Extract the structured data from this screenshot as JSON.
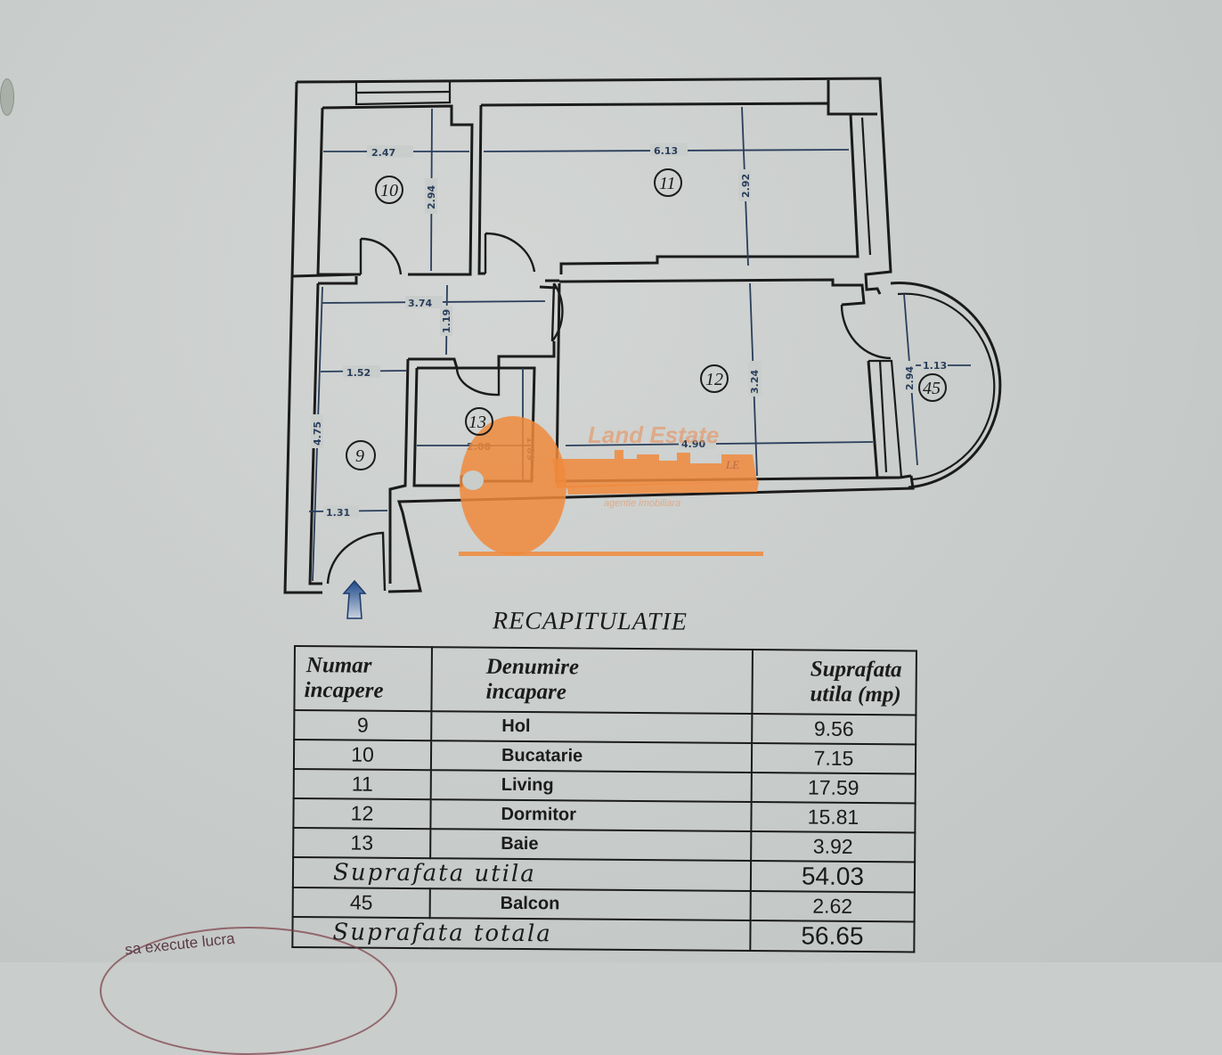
{
  "floor_plan": {
    "rooms": [
      {
        "number": "9",
        "name": "Hol"
      },
      {
        "number": "10",
        "name": "Bucatarie"
      },
      {
        "number": "11",
        "name": "Living"
      },
      {
        "number": "12",
        "name": "Dormitor"
      },
      {
        "number": "13",
        "name": "Baie"
      },
      {
        "number": "45",
        "name": "Balcon"
      }
    ],
    "dimensions": {
      "kitchen_width": "2.47",
      "kitchen_length": "2.94",
      "living_width": "6.13",
      "living_length": "2.92",
      "hall_width_top": "3.74",
      "hall_depth_top": "1.19",
      "hall_width_mid": "1.52",
      "hall_length": "4.75",
      "hall_width_bottom": "1.31",
      "bath_width": "2.08",
      "bath_length": "1.89",
      "bedroom_width": "4.90",
      "bedroom_length": "3.24",
      "balcony_length": "2.94",
      "balcony_depth": "1.13"
    },
    "entrance_arrow": "entrance-arrow"
  },
  "watermark": {
    "brand": "Land Estate",
    "subtitle": "agentie imobiliara",
    "monogram": "LE",
    "color": "#f08a3c"
  },
  "recap": {
    "title": "RECAPITULATIE",
    "headers": {
      "col1_line1": "Numar",
      "col1_line2": "incapere",
      "col2_line1": "Denumire",
      "col2_line2": "incapare",
      "col3_line1": "Suprafata",
      "col3_line2": "utila  (mp)"
    },
    "rows": [
      {
        "num": "9",
        "name": "Hol",
        "area": "9.56"
      },
      {
        "num": "10",
        "name": "Bucatarie",
        "area": "7.15"
      },
      {
        "num": "11",
        "name": "Living",
        "area": "17.59"
      },
      {
        "num": "12",
        "name": "Dormitor",
        "area": "15.81"
      },
      {
        "num": "13",
        "name": "Baie",
        "area": "3.92"
      }
    ],
    "usable_label": "Suprafata  utila",
    "usable_value": "54.03",
    "balcony": {
      "num": "45",
      "name": "Balcon",
      "area": "2.62"
    },
    "total_label": "Suprafata  totala",
    "total_value": "56.65"
  },
  "stamp": {
    "partial_text": "sa execute lucra"
  }
}
